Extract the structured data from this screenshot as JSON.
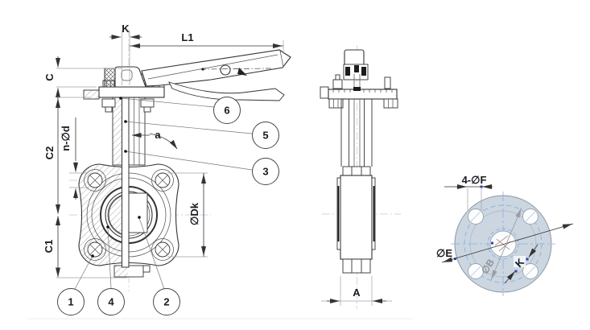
{
  "front_view": {
    "dims": {
      "k": "K",
      "l1": "L1",
      "c": "C",
      "c2": "C2",
      "c1": "C1",
      "n_d": "n-∅d",
      "dk": "∅Dk",
      "angle": "a"
    },
    "callouts": [
      {
        "n": "1"
      },
      {
        "n": "4"
      },
      {
        "n": "2"
      },
      {
        "n": "6"
      },
      {
        "n": "5"
      },
      {
        "n": "3"
      }
    ]
  },
  "side_view": {
    "dims": {
      "a": "A"
    }
  },
  "flange_view": {
    "dims": {
      "f": "4-∅F",
      "e": "∅E",
      "b": "∅B",
      "k": "K"
    }
  },
  "colors": {
    "flange_fill": "#ccd6e0",
    "construction_blue": "#8ab0de",
    "grip_blue": "#3146a8",
    "line_dark": "#333333",
    "dim_gray": "#9aa0a6",
    "label_gray": "#8e959c"
  }
}
